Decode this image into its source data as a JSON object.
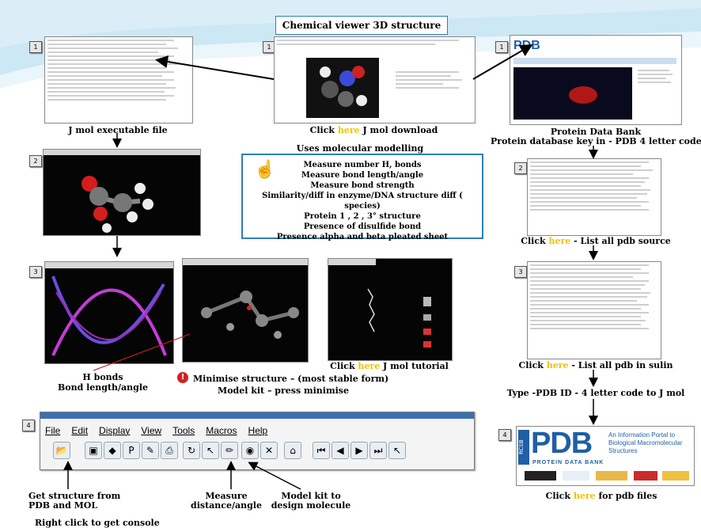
{
  "title": "Chemical viewer 3D structure (Jmol)",
  "steps": {
    "jmol_file_num": "1",
    "jmol_download_num": "1",
    "pdb_num": "1",
    "molecule_num": "2",
    "pdb_source_num": "2",
    "screens_num": "3",
    "insulin_num": "3",
    "toolbar_num": "4",
    "rcsb_num": "4"
  },
  "labels": {
    "jmol_file": "J mol executable file",
    "download_pre": "Click ",
    "here": "here",
    "download_post": " J mol download",
    "uses": "Uses molecular modelling",
    "pdb_line1": "Protein Data Bank",
    "pdb_line2": "Protein database key in - PDB  4 letter code",
    "pdb_source_pre": "Click ",
    "pdb_source_post": " - List all pdb source",
    "insulin_pre": "Click ",
    "insulin_post": " - List all pdb in sulin",
    "type_pdb": "Type -PDB ID - 4 letter code to J mol",
    "pdb_files_pre": "Click ",
    "pdb_files_post": " for pdb files",
    "h_bonds": "H bonds",
    "bond_length": "Bond length/angle",
    "minimise": "Minimise structure – (most stable form)",
    "model_kit": "Model kit – press minimise",
    "tutorial_pre": "Click ",
    "tutorial_post": " J mol tutorial",
    "get_structure_1": "Get structure from",
    "get_structure_2": "PDB and MOL",
    "measure_1": "Measure",
    "measure_2": "distance/angle",
    "modelkit_1": "Model kit to",
    "modelkit_2": "design molecule",
    "right_click": "Right click to get console"
  },
  "uses_list": [
    "Measure number H, bonds",
    "Measure bond length/angle",
    "Measure bond strength",
    "Similarity/diff in enzyme/DNA structure diff ( species)",
    "Protein 1 , 2 , 3° structure",
    "Presence of disulfide bond",
    "Presence alpha and beta pleated sheet"
  ],
  "menu": [
    "File",
    "Edit",
    "Display",
    "View",
    "Tools",
    "Macros",
    "Help"
  ],
  "rcsb": {
    "logo": "PDB",
    "side": "RCSB",
    "subtitle": "PROTEIN DATA BANK",
    "desc_1": "An Information Portal to",
    "desc_2": "Biological Macromolecular",
    "desc_3": "Structures"
  },
  "pdb_logo": "PDB",
  "colors": {
    "accent": "#2e7fb8",
    "highlight": "#f2c200",
    "pdb_blue": "#1f5fa6"
  }
}
